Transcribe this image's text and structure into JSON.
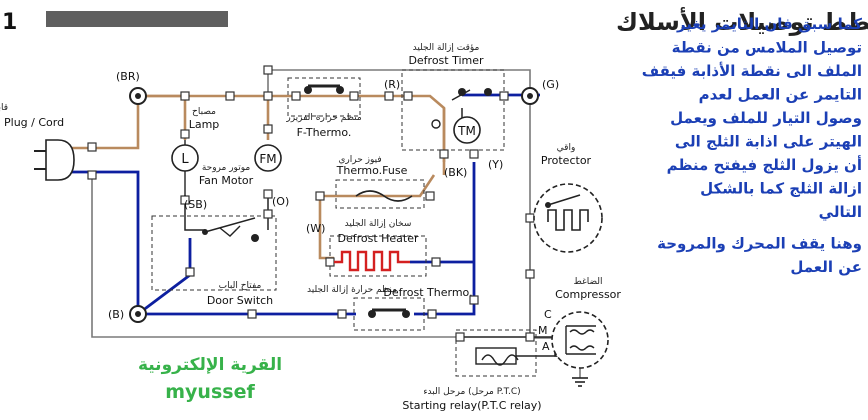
{
  "header": {
    "title": "مخطط توصيلات الأسلاك",
    "corner_digit": "1"
  },
  "labels": {
    "plug_cord_ar": "قابس/ سلك",
    "plug_cord": "Plug / Cord",
    "lamp_ar": "مصباح",
    "lamp": "Lamp",
    "lamp_symbol": "L",
    "fan_motor_ar": "موتور مروحة",
    "fan_motor": "Fan Motor",
    "fan_motor_symbol": "FM",
    "f_thermo_ar": "منظم حرارة الفريزر",
    "f_thermo": "F-Thermo.",
    "defrost_timer_ar": "مؤقت إزالة الجليد",
    "defrost_timer": "Defrost Timer",
    "timer_motor_symbol": "TM",
    "thermo_fuse_ar": "فيوز حراري",
    "thermo_fuse": "Thermo.Fuse",
    "defrost_heater_ar": "سخان إزالة الجليد",
    "defrost_heater": "Defrost Heater",
    "door_switch_ar": "مفتاح الباب",
    "door_switch": "Door Switch",
    "defrost_thermo_ar": "منظم حرارة إزالة الجليد",
    "defrost_thermo": "Defrost Thermo.",
    "protector_ar": "واقي",
    "protector": "Protector",
    "compressor_ar": "الضاغط",
    "compressor": "Compressor",
    "starting_relay_ar": "مرحل البدء (مرحل P.T.C)",
    "starting_relay": "Starting relay(P.T.C relay)"
  },
  "wire_tags": {
    "br": "(BR)",
    "r": "(R)",
    "g": "(G)",
    "sb": "(SB)",
    "o": "(O)",
    "w": "(W)",
    "bk": "(BK)",
    "y": "(Y)",
    "b": "(B)"
  },
  "terminals": {
    "c": "C",
    "m": "M",
    "a": "A"
  },
  "note_lines": [
    "كما سبق فان التايمر يغير",
    "توصيل الملامس من نقطة",
    "الملف الى نقطة الأذابة فيقف",
    "التايمر عن العمل لعدم",
    "وصول التيار للملف ويعمل",
    "الهيتر على اذابة الثلج الى",
    "أن يزول الثلج فيفتح منظم",
    "ازالة الثلج كما بالشكل",
    "التالي",
    "وهنا يقف المحرك والمروحة",
    "عن العمل"
  ],
  "watermark": {
    "arabic": "القرية الإلكترونية",
    "latin": "myussef"
  },
  "colors": {
    "brown_wire": "#b98a5e",
    "blue_wire": "#0d1fa0",
    "heater_red": "#d42020",
    "note_blue": "#1b3fb5",
    "watermark_green": "#37b24a"
  }
}
